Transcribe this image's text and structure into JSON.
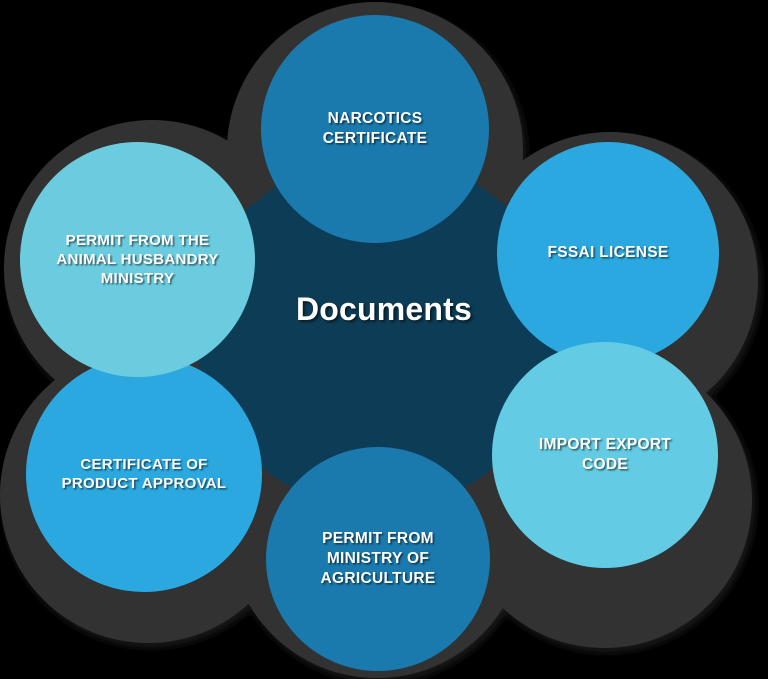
{
  "diagram": {
    "type": "hub-and-spoke-flower",
    "background_color": "#000000",
    "outer_shape_color": "#333333",
    "hub": {
      "title": "Documents",
      "color": "#0d3d56",
      "title_color": "#ffffff"
    },
    "nodes": [
      {
        "id": "narcotics-certificate",
        "label": "NARCOTICS\nCERTIFICATE",
        "color": "#1a79ad",
        "position": "top"
      },
      {
        "id": "fssai-license",
        "label": "FSSAI LICENSE",
        "color": "#2ba8e0",
        "position": "top-right"
      },
      {
        "id": "import-export-code",
        "label": "IMPORT EXPORT\nCODE",
        "color": "#63cbe3",
        "position": "bottom-right"
      },
      {
        "id": "permit-ministry-agriculture",
        "label": "PERMIT FROM\nMINISTRY OF\nAGRICULTURE",
        "color": "#1a79ad",
        "position": "bottom"
      },
      {
        "id": "certificate-product-approval",
        "label": "CERTIFICATE OF\nPRODUCT APPROVAL",
        "color": "#2ba8e0",
        "position": "bottom-left"
      },
      {
        "id": "permit-animal-husbandry",
        "label": "PERMIT FROM THE\nANIMAL HUSBANDRY\nMINISTRY",
        "color": "#6bcce0",
        "position": "top-left"
      }
    ]
  }
}
